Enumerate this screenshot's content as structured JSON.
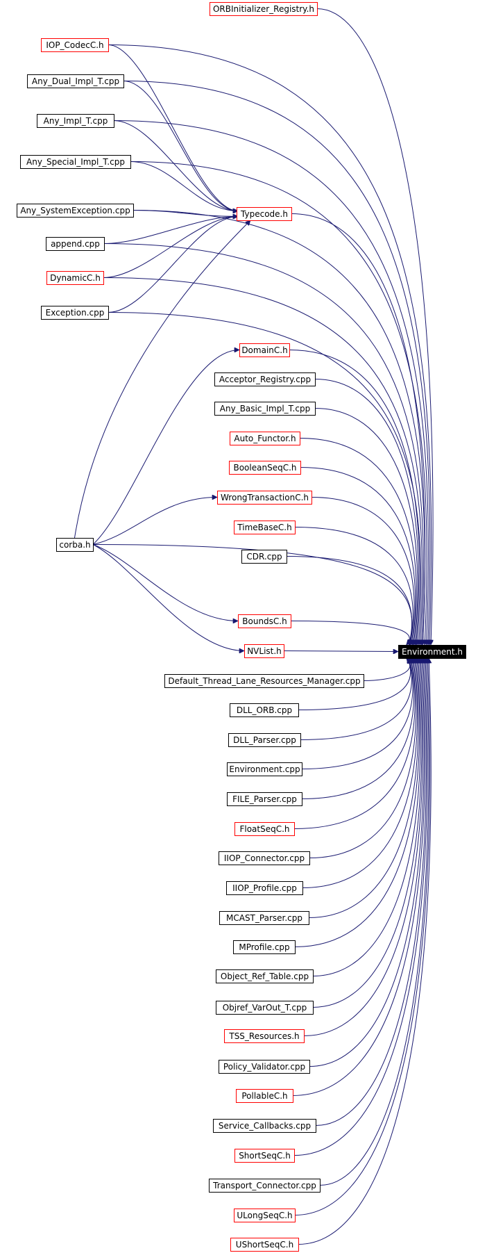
{
  "colors": {
    "edge": "#191970",
    "normal_border": "#000000",
    "incomplete_border": "#ff0000",
    "target_fill": "#000000",
    "target_text": "#ffffff"
  },
  "diagram": {
    "target": {
      "id": "environment-h",
      "label": "Environment.h",
      "kind": "target"
    },
    "nodes": [
      {
        "id": "orbinitializer-registry-h",
        "label": "ORBInitializer_Registry.h",
        "kind": "incomplete"
      },
      {
        "id": "iop-codecc-h",
        "label": "IOP_CodecC.h",
        "kind": "incomplete"
      },
      {
        "id": "any-dual-impl-t-cpp",
        "label": "Any_Dual_Impl_T.cpp",
        "kind": "normal"
      },
      {
        "id": "any-impl-t-cpp",
        "label": "Any_Impl_T.cpp",
        "kind": "normal"
      },
      {
        "id": "any-special-impl-t-cpp",
        "label": "Any_Special_Impl_T.cpp",
        "kind": "normal"
      },
      {
        "id": "any-systemexception-cpp",
        "label": "Any_SystemException.cpp",
        "kind": "normal"
      },
      {
        "id": "typecode-h",
        "label": "Typecode.h",
        "kind": "incomplete"
      },
      {
        "id": "append-cpp",
        "label": "append.cpp",
        "kind": "normal"
      },
      {
        "id": "dynamicc-h",
        "label": "DynamicC.h",
        "kind": "incomplete"
      },
      {
        "id": "exception-cpp",
        "label": "Exception.cpp",
        "kind": "normal"
      },
      {
        "id": "domainc-h",
        "label": "DomainC.h",
        "kind": "incomplete"
      },
      {
        "id": "acceptor-registry-cpp",
        "label": "Acceptor_Registry.cpp",
        "kind": "normal"
      },
      {
        "id": "any-basic-impl-t-cpp",
        "label": "Any_Basic_Impl_T.cpp",
        "kind": "normal"
      },
      {
        "id": "auto-functor-h",
        "label": "Auto_Functor.h",
        "kind": "incomplete"
      },
      {
        "id": "booleanseqc-h",
        "label": "BooleanSeqC.h",
        "kind": "incomplete"
      },
      {
        "id": "wrongtransactionc-h",
        "label": "WrongTransactionC.h",
        "kind": "incomplete"
      },
      {
        "id": "corba-h",
        "label": "corba.h",
        "kind": "normal"
      },
      {
        "id": "timebasec-h",
        "label": "TimeBaseC.h",
        "kind": "incomplete"
      },
      {
        "id": "cdr-cpp",
        "label": "CDR.cpp",
        "kind": "normal"
      },
      {
        "id": "boundsc-h",
        "label": "BoundsC.h",
        "kind": "incomplete"
      },
      {
        "id": "nvlist-h",
        "label": "NVList.h",
        "kind": "incomplete"
      },
      {
        "id": "default-thread-lane-resources-manager-cpp",
        "label": "Default_Thread_Lane_Resources_Manager.cpp",
        "kind": "normal"
      },
      {
        "id": "dll-orb-cpp",
        "label": "DLL_ORB.cpp",
        "kind": "normal"
      },
      {
        "id": "dll-parser-cpp",
        "label": "DLL_Parser.cpp",
        "kind": "normal"
      },
      {
        "id": "environment-cpp",
        "label": "Environment.cpp",
        "kind": "normal"
      },
      {
        "id": "file-parser-cpp",
        "label": "FILE_Parser.cpp",
        "kind": "normal"
      },
      {
        "id": "floatseqc-h",
        "label": "FloatSeqC.h",
        "kind": "incomplete"
      },
      {
        "id": "iiop-connector-cpp",
        "label": "IIOP_Connector.cpp",
        "kind": "normal"
      },
      {
        "id": "iiop-profile-cpp",
        "label": "IIOP_Profile.cpp",
        "kind": "normal"
      },
      {
        "id": "mcast-parser-cpp",
        "label": "MCAST_Parser.cpp",
        "kind": "normal"
      },
      {
        "id": "mprofile-cpp",
        "label": "MProfile.cpp",
        "kind": "normal"
      },
      {
        "id": "object-ref-table-cpp",
        "label": "Object_Ref_Table.cpp",
        "kind": "normal"
      },
      {
        "id": "objref-varout-t-cpp",
        "label": "Objref_VarOut_T.cpp",
        "kind": "normal"
      },
      {
        "id": "tss-resources-h",
        "label": "TSS_Resources.h",
        "kind": "incomplete"
      },
      {
        "id": "policy-validator-cpp",
        "label": "Policy_Validator.cpp",
        "kind": "normal"
      },
      {
        "id": "pollablec-h",
        "label": "PollableC.h",
        "kind": "incomplete"
      },
      {
        "id": "service-callbacks-cpp",
        "label": "Service_Callbacks.cpp",
        "kind": "normal"
      },
      {
        "id": "shortseqc-h",
        "label": "ShortSeqC.h",
        "kind": "incomplete"
      },
      {
        "id": "transport-connector-cpp",
        "label": "Transport_Connector.cpp",
        "kind": "normal"
      },
      {
        "id": "ulongseqc-h",
        "label": "ULongSeqC.h",
        "kind": "incomplete"
      },
      {
        "id": "ushortseqc-h",
        "label": "UShortSeqC.h",
        "kind": "incomplete"
      }
    ],
    "edges": [
      [
        "orbinitializer-registry-h",
        "environment-h"
      ],
      [
        "iop-codecc-h",
        "environment-h"
      ],
      [
        "iop-codecc-h",
        "typecode-h"
      ],
      [
        "any-dual-impl-t-cpp",
        "environment-h"
      ],
      [
        "any-dual-impl-t-cpp",
        "typecode-h"
      ],
      [
        "any-impl-t-cpp",
        "environment-h"
      ],
      [
        "any-impl-t-cpp",
        "typecode-h"
      ],
      [
        "any-special-impl-t-cpp",
        "environment-h"
      ],
      [
        "any-special-impl-t-cpp",
        "typecode-h"
      ],
      [
        "any-systemexception-cpp",
        "environment-h"
      ],
      [
        "any-systemexception-cpp",
        "typecode-h"
      ],
      [
        "typecode-h",
        "environment-h"
      ],
      [
        "append-cpp",
        "environment-h"
      ],
      [
        "append-cpp",
        "typecode-h"
      ],
      [
        "dynamicc-h",
        "environment-h"
      ],
      [
        "dynamicc-h",
        "typecode-h"
      ],
      [
        "exception-cpp",
        "environment-h"
      ],
      [
        "exception-cpp",
        "typecode-h"
      ],
      [
        "corba-h",
        "typecode-h"
      ],
      [
        "corba-h",
        "domainc-h"
      ],
      [
        "corba-h",
        "wrongtransactionc-h"
      ],
      [
        "corba-h",
        "environment-h"
      ],
      [
        "corba-h",
        "boundsc-h"
      ],
      [
        "corba-h",
        "nvlist-h"
      ],
      [
        "domainc-h",
        "environment-h"
      ],
      [
        "acceptor-registry-cpp",
        "environment-h"
      ],
      [
        "any-basic-impl-t-cpp",
        "environment-h"
      ],
      [
        "auto-functor-h",
        "environment-h"
      ],
      [
        "booleanseqc-h",
        "environment-h"
      ],
      [
        "wrongtransactionc-h",
        "environment-h"
      ],
      [
        "timebasec-h",
        "environment-h"
      ],
      [
        "cdr-cpp",
        "environment-h"
      ],
      [
        "boundsc-h",
        "environment-h"
      ],
      [
        "nvlist-h",
        "environment-h"
      ],
      [
        "default-thread-lane-resources-manager-cpp",
        "environment-h"
      ],
      [
        "dll-orb-cpp",
        "environment-h"
      ],
      [
        "dll-parser-cpp",
        "environment-h"
      ],
      [
        "environment-cpp",
        "environment-h"
      ],
      [
        "file-parser-cpp",
        "environment-h"
      ],
      [
        "floatseqc-h",
        "environment-h"
      ],
      [
        "iiop-connector-cpp",
        "environment-h"
      ],
      [
        "iiop-profile-cpp",
        "environment-h"
      ],
      [
        "mcast-parser-cpp",
        "environment-h"
      ],
      [
        "mprofile-cpp",
        "environment-h"
      ],
      [
        "object-ref-table-cpp",
        "environment-h"
      ],
      [
        "objref-varout-t-cpp",
        "environment-h"
      ],
      [
        "tss-resources-h",
        "environment-h"
      ],
      [
        "policy-validator-cpp",
        "environment-h"
      ],
      [
        "pollablec-h",
        "environment-h"
      ],
      [
        "service-callbacks-cpp",
        "environment-h"
      ],
      [
        "shortseqc-h",
        "environment-h"
      ],
      [
        "transport-connector-cpp",
        "environment-h"
      ],
      [
        "ulongseqc-h",
        "environment-h"
      ],
      [
        "ushortseqc-h",
        "environment-h"
      ]
    ]
  }
}
